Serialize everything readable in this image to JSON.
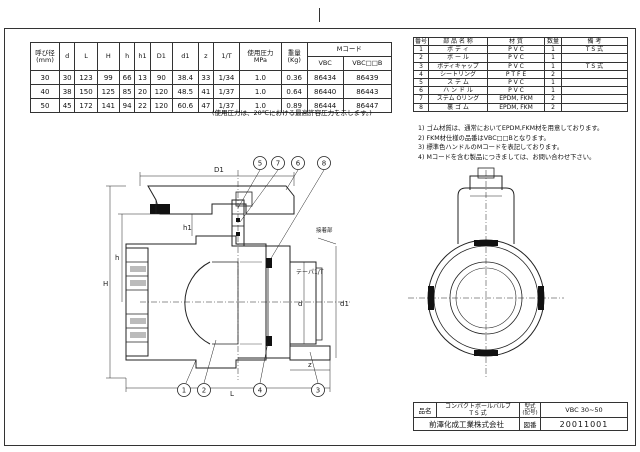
{
  "dimension_table": {
    "headers": [
      "呼び径\n(mm)",
      "d",
      "L",
      "H",
      "h",
      "h1",
      "D1",
      "d1",
      "z",
      "1/T",
      "使用圧力\nMPa",
      "重量\n(Kg)",
      "Mコード"
    ],
    "mcode_sub": [
      "VBC",
      "VBC□□B"
    ],
    "rows": [
      [
        "30",
        "30",
        "123",
        "99",
        "66",
        "13",
        "90",
        "38.4",
        "33",
        "1/34",
        "1.0",
        "0.36",
        "86434",
        "86439"
      ],
      [
        "40",
        "38",
        "150",
        "125",
        "85",
        "20",
        "120",
        "48.5",
        "41",
        "1/37",
        "1.0",
        "0.64",
        "86440",
        "86443"
      ],
      [
        "50",
        "45",
        "172",
        "141",
        "94",
        "22",
        "120",
        "60.6",
        "47",
        "1/37",
        "1.0",
        "0.89",
        "86444",
        "86447"
      ]
    ],
    "footnote": "(使用圧力は、20℃における最高許容圧力を示します。)"
  },
  "parts_table": {
    "headers": [
      "番号",
      "部 品 名 称",
      "材 質",
      "数量",
      "備 考"
    ],
    "rows": [
      [
        "1",
        "ボ デ ィ",
        "P V C",
        "1",
        "T S 式"
      ],
      [
        "2",
        "ボ ー ル",
        "P V C",
        "1",
        ""
      ],
      [
        "3",
        "ボディキャップ",
        "P V C",
        "1",
        "T S 式"
      ],
      [
        "4",
        "シートリング",
        "P T F E",
        "2",
        ""
      ],
      [
        "5",
        "ス テ ム",
        "P V C",
        "1",
        ""
      ],
      [
        "6",
        "ハ ン ド ル",
        "P V C",
        "1",
        ""
      ],
      [
        "7",
        "ステム Oリング",
        "EPDM, FKM",
        "2",
        ""
      ],
      [
        "8",
        "裏 ゴ ム",
        "EPDM, FKM",
        "2",
        ""
      ]
    ]
  },
  "notes": [
    "1) ゴム材質は、通常においてEPDM,FKM材を用意しております。",
    "2) FKM材仕様の品番はVBC□□Bとなります。",
    "3) 標準色ハンドルのMコードを表記しております。",
    "4) Mコードを含む製品につきましては、お問い合わせ下さい。"
  ],
  "drawing": {
    "labels": {
      "D1": "D1",
      "H": "H",
      "h": "h",
      "h1": "h1",
      "L": "L",
      "z": "z",
      "d": "d",
      "d1": "d1",
      "taper": "テーパ1/T",
      "adhesive": "接着部"
    },
    "callouts": [
      "1",
      "2",
      "3",
      "4",
      "5",
      "6",
      "7",
      "8"
    ]
  },
  "title_block": {
    "name_label": "品名",
    "name": "コンパクトボールバルブ\nT S 式",
    "model_label": "型式\n(記号)",
    "model": "VBC 30~50",
    "company": "前澤化成工業株式会社",
    "drawing_no_label": "図番",
    "drawing_no": "20011001"
  }
}
